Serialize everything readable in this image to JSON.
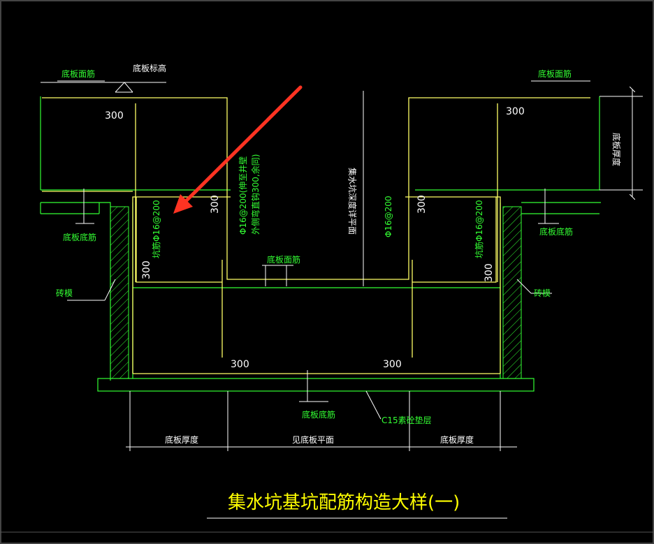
{
  "title": "集水坑基坑配筋构造大样(一)",
  "labels": {
    "slab_top_rebar": "底板面筋",
    "slab_elevation": "底板标高",
    "slab_bottom_rebar": "底板底筋",
    "brick_form": "砖模",
    "slab_thickness": "底板厚度",
    "see_slab_plan": "见底板平面",
    "c15_cushion": "C15素砼垫层",
    "pit_depth_plan": "集水坑深度详平面",
    "pit_rebar": "坑筋Φ16@200",
    "wall_rebar_main": "Φ16@200(伸至井壁",
    "wall_rebar_sub": "外侧弯直钩300,余同)",
    "rebar_mid": "Φ16@200"
  },
  "dims": {
    "d300": "300"
  },
  "colors": {
    "background": "#000000",
    "concrete": "#33ff33",
    "rebar": "#ffff66",
    "text": "#33ff33",
    "title": "#ffff00",
    "arrow": "#ff3322"
  }
}
